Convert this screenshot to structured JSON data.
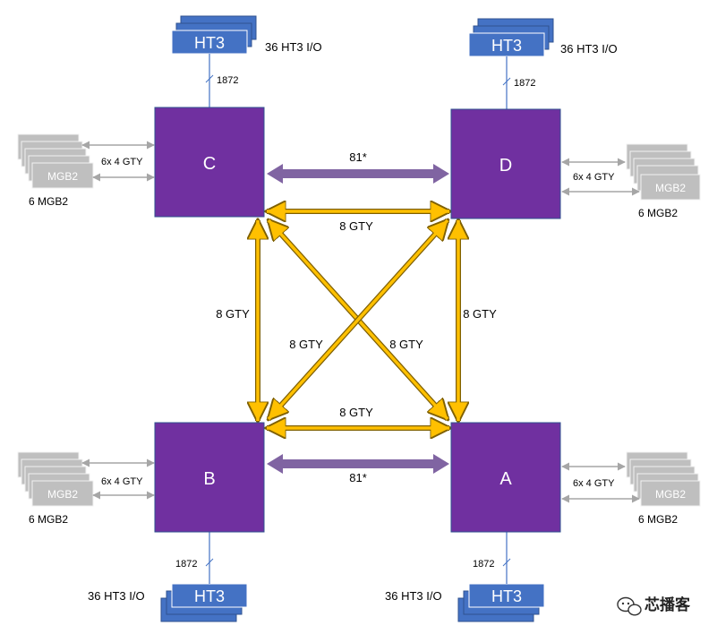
{
  "nodes": {
    "a": "A",
    "b": "B",
    "c": "C",
    "d": "D"
  },
  "links": {
    "horizontal_top": "8 GTY",
    "horizontal_bottom": "8 GTY",
    "vertical_left": "8 GTY",
    "vertical_right": "8 GTY",
    "diag_left": "8 GTY",
    "diag_right": "8 GTY",
    "purple_top": "81*",
    "purple_bottom": "81*"
  },
  "ht3": {
    "label": "HT3",
    "io_label": "36 HT3 I/O",
    "line_count": "1872"
  },
  "mgb": {
    "label": "MGB2",
    "count_label": "6 MGB2",
    "link_label": "6x 4 GTY"
  },
  "watermark": {
    "text": "芯播客"
  },
  "colors": {
    "node_purple": "#7030a0",
    "ht3_blue": "#4472c4",
    "gty_yellow": "#ffc000",
    "link_purple": "#8064a2",
    "mgb_gray": "#bfbfbf"
  }
}
